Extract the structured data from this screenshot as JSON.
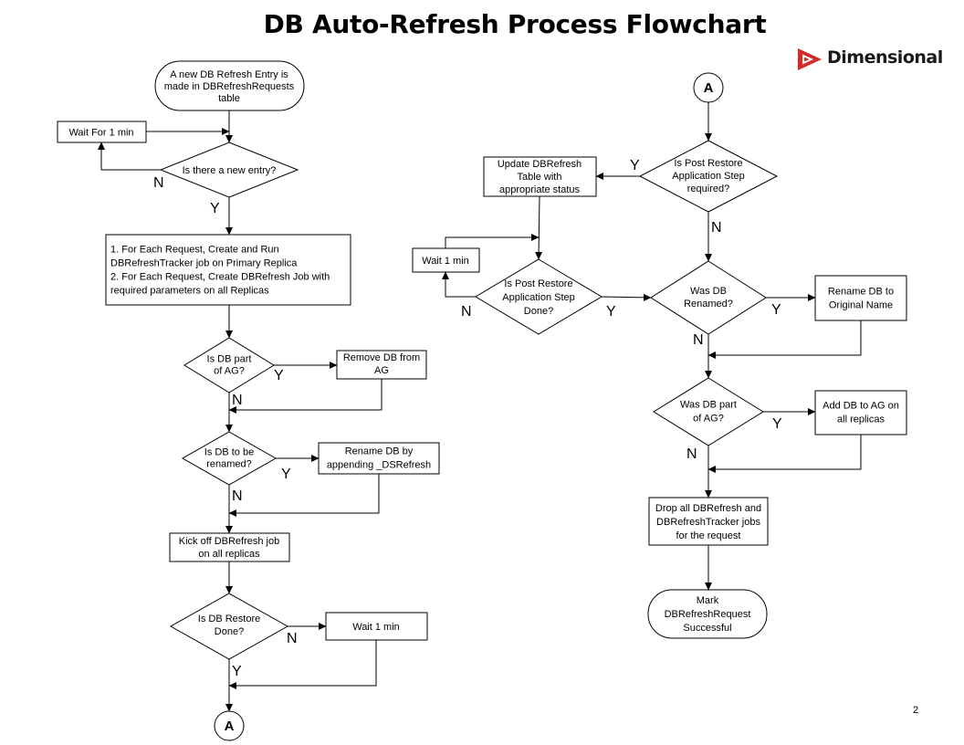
{
  "title": "DB Auto-Refresh Process Flowchart",
  "logo": {
    "text": "Dimensional",
    "icon": "dimensional-logo-icon",
    "color": "#d42a2a"
  },
  "page_number": "2",
  "left": {
    "start": [
      "A new DB Refresh Entry is",
      "made in DBRefreshRequests",
      "table"
    ],
    "wait_entry": [
      "Wait For 1 min"
    ],
    "is_new_entry": [
      "Is there a new entry?"
    ],
    "create_jobs": [
      "1. For Each Request, Create and Run",
      "DBRefreshTracker job on Primary Replica",
      "2. For Each Request, Create DBRefresh Job with",
      "required parameters on all Replicas"
    ],
    "is_db_in_ag": [
      "Is DB part",
      "of AG?"
    ],
    "remove_from_ag": [
      "Remove DB from",
      "AG"
    ],
    "is_db_renamed_q": [
      "Is DB to be",
      "renamed?"
    ],
    "rename_append": [
      "Rename DB by",
      "appending _DSRefresh"
    ],
    "kick_off": [
      "Kick off DBRefresh job",
      "on all replicas"
    ],
    "is_restore_done": [
      "Is DB Restore",
      "Done?"
    ],
    "wait_restore": [
      "Wait 1 min"
    ],
    "connector": "A"
  },
  "right": {
    "connector": "A",
    "is_post_restore_req": [
      "Is Post Restore",
      "Application Step",
      "required?"
    ],
    "update_table": [
      "Update DBRefresh",
      "Table with",
      "appropriate status"
    ],
    "wait_post": [
      "Wait 1 min"
    ],
    "is_post_done": [
      "Is Post Restore",
      "Application Step",
      "Done?"
    ],
    "was_renamed": [
      "Was DB",
      "Renamed?"
    ],
    "rename_original": [
      "Rename DB to",
      "Original Name"
    ],
    "was_in_ag": [
      "Was DB part",
      "of AG?"
    ],
    "add_to_ag": [
      "Add DB to AG on",
      "all replicas"
    ],
    "drop_jobs": [
      "Drop all DBRefresh and",
      "DBRefreshTracker jobs",
      "for the request"
    ],
    "end": [
      "Mark",
      "DBRefreshRequest",
      "Successful"
    ]
  },
  "labels": {
    "yes": "Y",
    "no": "N"
  }
}
